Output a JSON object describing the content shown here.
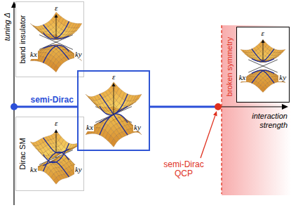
{
  "diagram": {
    "nodes": [
      {
        "text": [
          "band insulator",
          "ε",
          "kx",
          "ky"
        ]
      },
      {
        "text": [
          "Dirac SM",
          "ε",
          "kx",
          "ky"
        ]
      },
      {
        "text": [
          "ε",
          "kx",
          "ky"
        ]
      },
      {
        "text": [
          "ε",
          "kx",
          "ky"
        ]
      }
    ],
    "labels": [
      "tuning Δ",
      "semi-Dirac",
      "semi-Dirac QCP",
      "broken symmetry",
      "interaction strength"
    ]
  }
}
